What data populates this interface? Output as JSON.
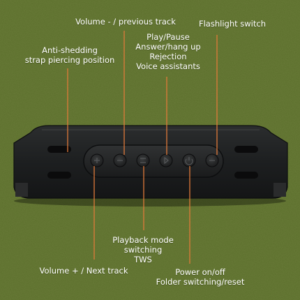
{
  "labels": {
    "volume_minus": "Volume - / previous track",
    "flashlight": "Flashlight switch",
    "play_pause": "Play/Pause\nAnswer/hang up\nRejection\nVoice assistants",
    "anti_shedding": "Anti-shedding\nstrap piercing position",
    "playback_mode": "Playback mode\nswitching\nTWS",
    "volume_plus": "Volume + / Next track",
    "power": "Power on/off\nFolder switching/reset"
  },
  "colors": {
    "background": "#5a6d2a",
    "leader_line": "#e07a3a",
    "speaker_body": "#1f2122",
    "text": "#ffffff"
  }
}
